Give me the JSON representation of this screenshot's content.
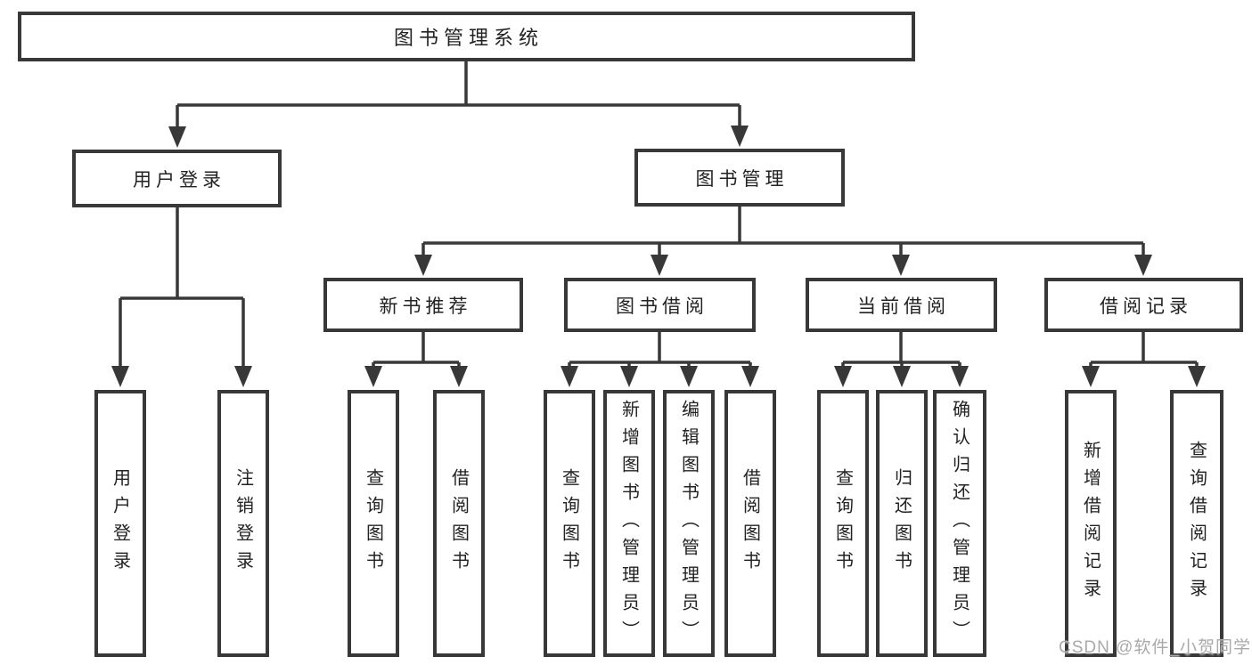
{
  "title": "图书管理系统",
  "watermark": "CSDN @软件_小贺同学",
  "colors": {
    "line": "#383838",
    "node_border": "#383838",
    "text": "#222222",
    "watermark": "#a9a9a9",
    "background": "#ffffff"
  },
  "nodes": {
    "root": {
      "label": "图书管理系统"
    },
    "level2": [
      {
        "id": "user-login-group",
        "label": "用户登录",
        "parent": "图书管理系统"
      },
      {
        "id": "book-mgmt-group",
        "label": "图书管理",
        "parent": "图书管理系统"
      }
    ],
    "level3": [
      {
        "id": "new-book-recommend",
        "label": "新书推荐",
        "parent": "图书管理"
      },
      {
        "id": "book-borrow",
        "label": "图书借阅",
        "parent": "图书管理"
      },
      {
        "id": "current-borrow",
        "label": "当前借阅",
        "parent": "图书管理"
      },
      {
        "id": "borrow-records",
        "label": "借阅记录",
        "parent": "图书管理"
      }
    ],
    "leaves": [
      {
        "id": "user-login",
        "label": "用户登录",
        "parent": "用户登录"
      },
      {
        "id": "logout",
        "label": "注销登录",
        "parent": "用户登录"
      },
      {
        "id": "query-books-1",
        "label": "查询图书",
        "parent": "新书推荐"
      },
      {
        "id": "borrow-books-1",
        "label": "借阅图书",
        "parent": "新书推荐"
      },
      {
        "id": "query-books-2",
        "label": "查询图书",
        "parent": "图书借阅"
      },
      {
        "id": "add-books-admin",
        "label": "新增图书（管理员）",
        "parent": "图书借阅"
      },
      {
        "id": "edit-books-admin",
        "label": "编辑图书（管理员）",
        "parent": "图书借阅"
      },
      {
        "id": "borrow-books-2",
        "label": "借阅图书",
        "parent": "图书借阅"
      },
      {
        "id": "query-books-3",
        "label": "查询图书",
        "parent": "当前借阅"
      },
      {
        "id": "return-books",
        "label": "归还图书",
        "parent": "当前借阅"
      },
      {
        "id": "confirm-return-admin",
        "label": "确认归还（管理员）",
        "parent": "当前借阅"
      },
      {
        "id": "add-borrow-record",
        "label": "新增借阅记录",
        "parent": "借阅记录"
      },
      {
        "id": "query-borrow-record",
        "label": "查询借阅记录",
        "parent": "借阅记录"
      }
    ]
  }
}
